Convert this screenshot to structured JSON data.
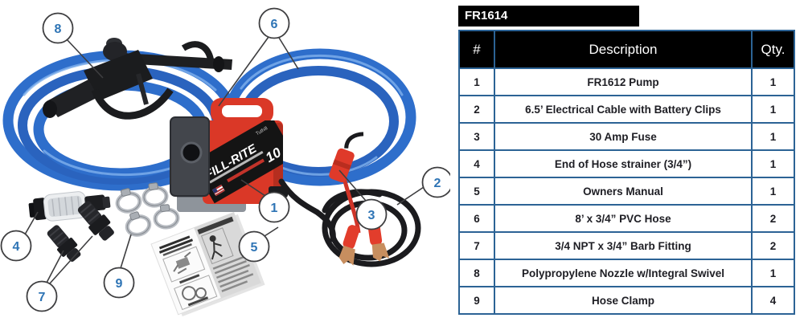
{
  "product_photo": {
    "callouts": [
      "8",
      "6",
      "2",
      "1",
      "3",
      "5",
      "4",
      "7",
      "9"
    ],
    "pump_brand": "FILL-RITE",
    "pump_flow": "10",
    "pump_maker": "Tuthill"
  },
  "parts_table": {
    "title": "FR1614",
    "columns": [
      "#",
      "Description",
      "Qty."
    ],
    "rows": [
      [
        "1",
        "FR1612 Pump",
        "1"
      ],
      [
        "2",
        "6.5’ Electrical Cable with Battery Clips",
        "1"
      ],
      [
        "3",
        "30 Amp Fuse",
        "1"
      ],
      [
        "4",
        "End of Hose strainer (3/4”)",
        "1"
      ],
      [
        "5",
        "Owners Manual",
        "1"
      ],
      [
        "6",
        "8’ x 3/4” PVC Hose",
        "2"
      ],
      [
        "7",
        "3/4 NPT x 3/4” Barb Fitting",
        "2"
      ],
      [
        "8",
        "Polypropylene Nozzle w/Integral Swivel",
        "1"
      ],
      [
        "9",
        "Hose Clamp",
        "4"
      ]
    ]
  },
  "colors": {
    "table_border": "#2c6395",
    "header_bg": "#000000",
    "header_text": "#ffffff",
    "callout_number": "#2e74b5",
    "hose_blue": "#2e6ecb",
    "pump_red": "#da3827"
  }
}
